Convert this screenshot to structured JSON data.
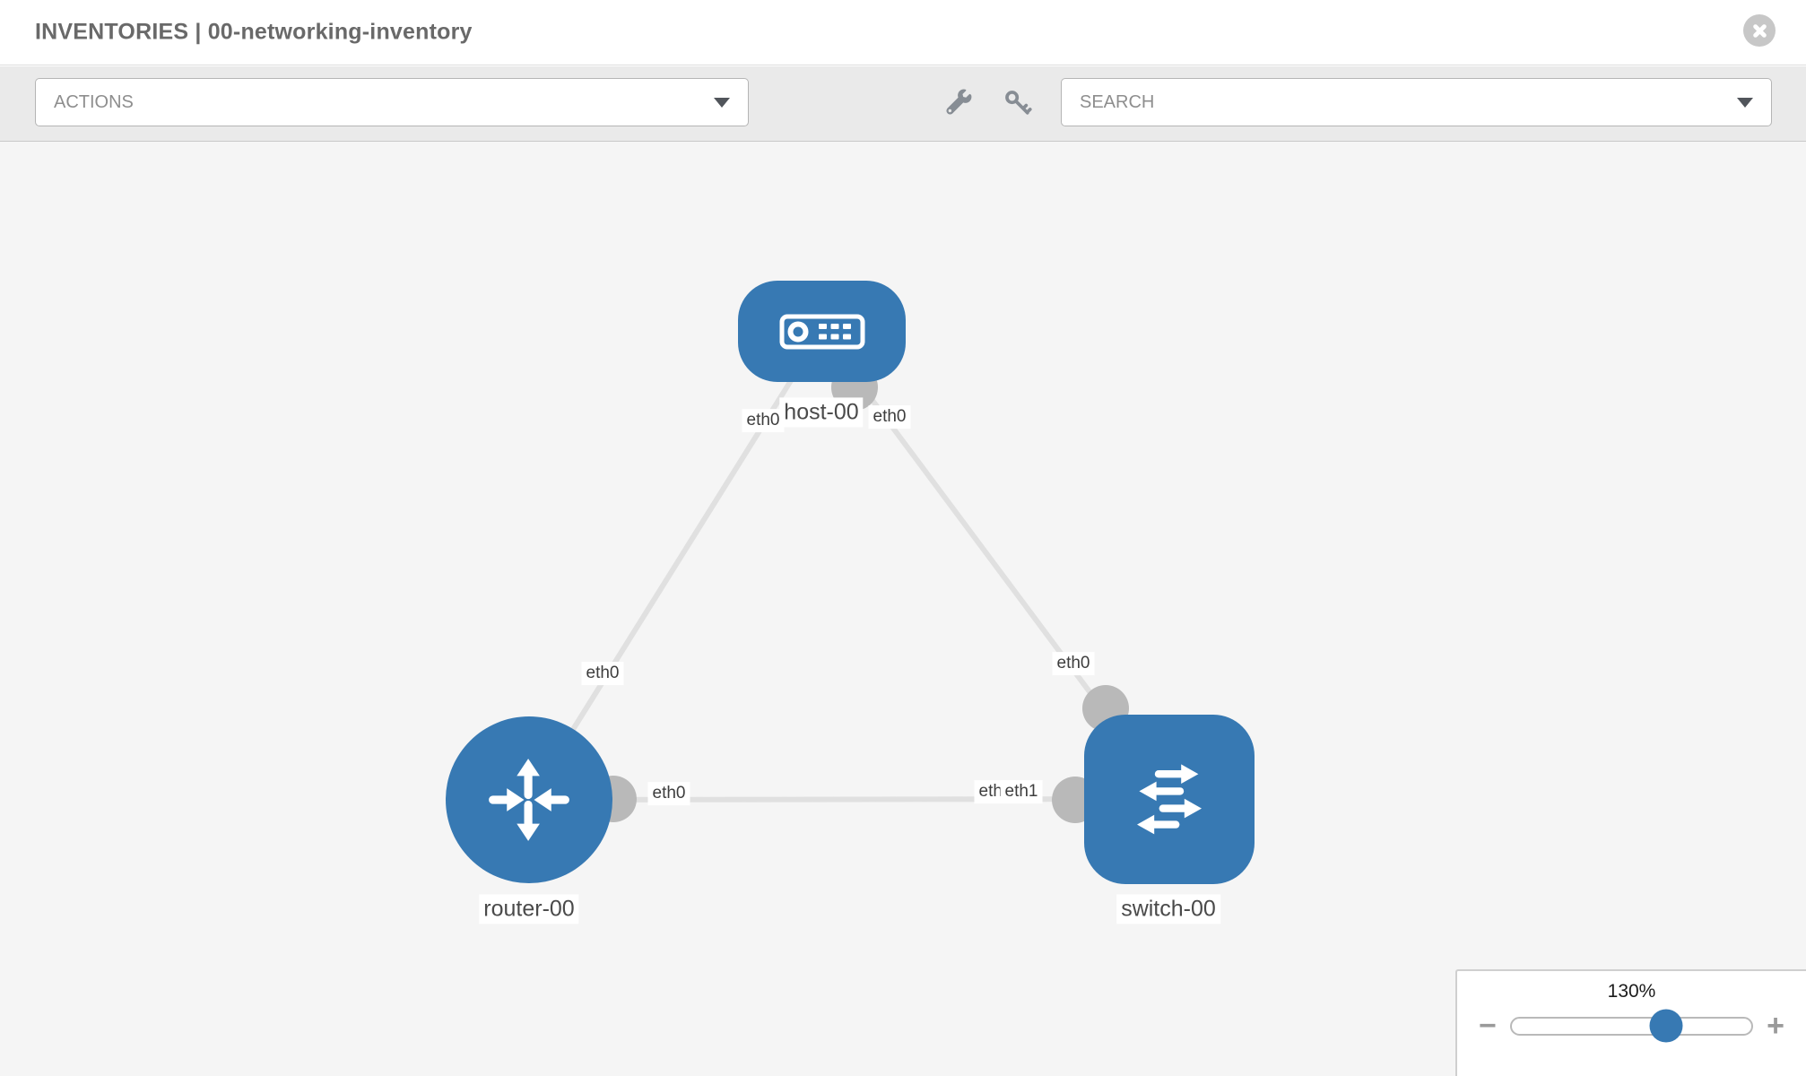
{
  "header": {
    "title": "INVENTORIES | 00-networking-inventory"
  },
  "toolbar": {
    "actions_label": "ACTIONS",
    "search_label": "SEARCH"
  },
  "topology": {
    "nodes": [
      {
        "id": "host-00",
        "label": "host-00",
        "type": "host",
        "shape": "rounded-rect"
      },
      {
        "id": "router-00",
        "label": "router-00",
        "type": "router",
        "shape": "circle"
      },
      {
        "id": "switch-00",
        "label": "switch-00",
        "type": "switch",
        "shape": "rounded-square"
      }
    ],
    "links": [
      {
        "from": "host-00",
        "to": "router-00",
        "labels": [
          "eth0",
          "eth0"
        ]
      },
      {
        "from": "host-00",
        "to": "switch-00",
        "labels": [
          "eth0",
          "eth0"
        ]
      },
      {
        "from": "router-00",
        "to": "switch-00",
        "labels": [
          "eth0",
          "eth0",
          "eth1"
        ]
      }
    ],
    "interface_labels": [
      {
        "text": "eth0"
      },
      {
        "text": "eth0"
      },
      {
        "text": "eth0"
      },
      {
        "text": "eth0"
      },
      {
        "text": "eth0"
      },
      {
        "text": "eth0"
      },
      {
        "text": "eth1"
      }
    ]
  },
  "zoom_control": {
    "level": "130%",
    "minus_label": "−",
    "plus_label": "+"
  },
  "colors": {
    "node_blue": "#3779b3",
    "canvas_bg": "#f5f5f5",
    "link_gray": "#e0e0e0",
    "endpoint_gray": "#b9b9b9",
    "toolbar_bg": "#eaeaea"
  }
}
